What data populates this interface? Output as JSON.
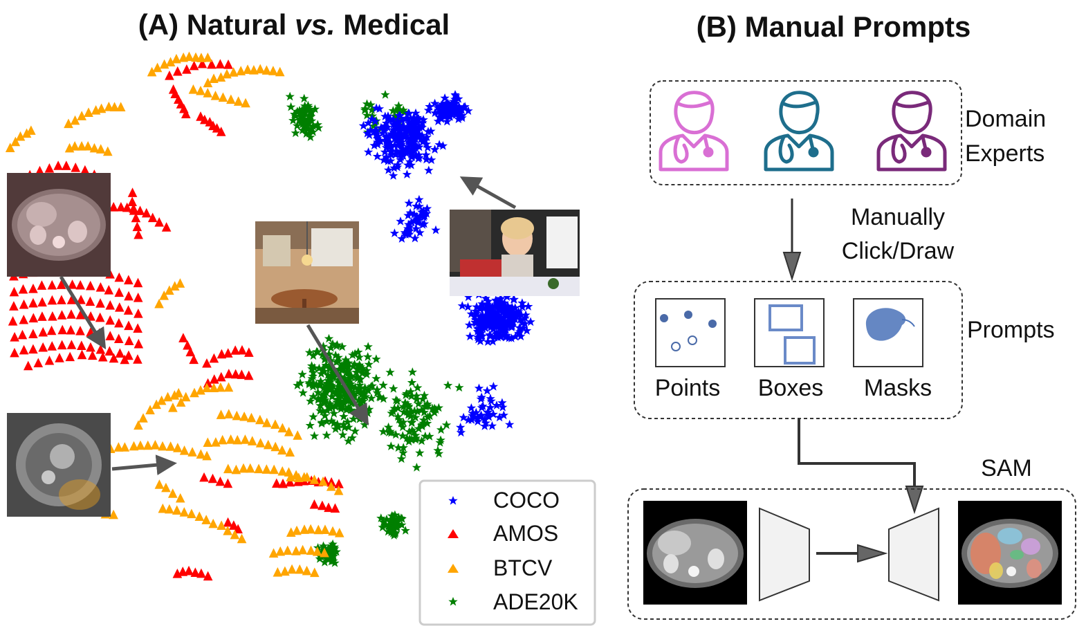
{
  "panel_a": {
    "title_prefix": "(A) Natural ",
    "title_italic": "vs.",
    "title_suffix": " Medical",
    "legend": [
      {
        "label": "COCO",
        "color": "#0000ff",
        "marker": "star"
      },
      {
        "label": "AMOS",
        "color": "#ff0000",
        "marker": "triangle"
      },
      {
        "label": "BTCV",
        "color": "#ffa500",
        "marker": "triangle"
      },
      {
        "label": "ADE20K",
        "color": "#007f00",
        "marker": "star"
      }
    ],
    "thumbnails": [
      "ct-scan-thumbnail",
      "mri-thumbnail",
      "room-photo-thumbnail",
      "child-photo-thumbnail"
    ]
  },
  "panel_b": {
    "title": "(B) Manual Prompts",
    "experts_label_1": "Domain",
    "experts_label_2": "Experts",
    "expert_colors": [
      "#d96fd4",
      "#1e6e8c",
      "#7a2a7a"
    ],
    "action_label_1": "Manually",
    "action_label_2": "Click/Draw",
    "prompts_label": "Prompts",
    "prompt_types": [
      "Points",
      "Boxes",
      "Masks"
    ],
    "sam_label": "SAM"
  }
}
